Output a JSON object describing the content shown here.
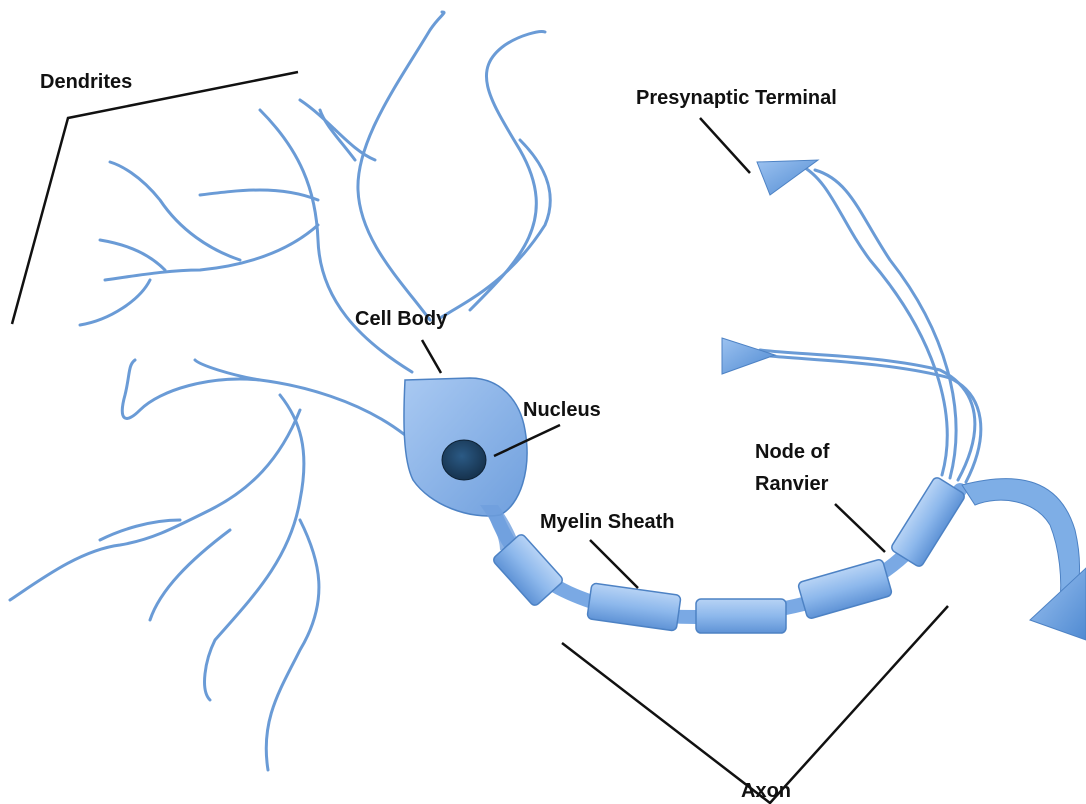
{
  "labels": {
    "dendrites": "Dendrites",
    "presynaptic_terminal": "Presynaptic Terminal",
    "cell_body": "Cell Body",
    "nucleus": "Nucleus",
    "node_of_ranvier_line1": "Node of",
    "node_of_ranvier_line2": "Ranvier",
    "myelin_sheath": "Myelin Sheath",
    "axon": "Axon"
  },
  "colors": {
    "dendrite_stroke": "#6a9bd6",
    "myelin_fill": "#8db8ec",
    "nucleus_fill": "#1f4466",
    "label_text": "#111111"
  }
}
